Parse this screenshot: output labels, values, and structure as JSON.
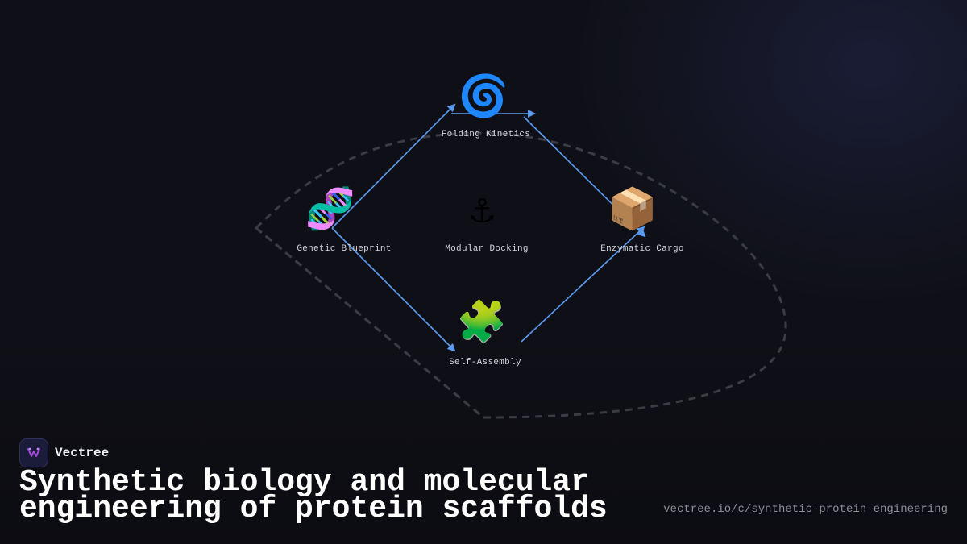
{
  "diagram": {
    "nodes": [
      {
        "id": "folding",
        "icon": "cyclone-icon",
        "glyph": "🌀",
        "label": "Folding Kinetics"
      },
      {
        "id": "genetic",
        "icon": "dna-icon",
        "glyph": "🧬",
        "label": "Genetic Blueprint"
      },
      {
        "id": "docking",
        "icon": "anchor-icon",
        "glyph": "⚓",
        "label": "Modular Docking"
      },
      {
        "id": "cargo",
        "icon": "package-icon",
        "glyph": "📦",
        "label": "Enzymatic Cargo"
      },
      {
        "id": "assembly",
        "icon": "puzzle-icon",
        "glyph": "🧩",
        "label": "Self-Assembly"
      }
    ],
    "edges": [
      {
        "from": "genetic",
        "to": "folding"
      },
      {
        "from": "folding",
        "to": "cargo"
      },
      {
        "from": "genetic",
        "to": "assembly"
      },
      {
        "from": "assembly",
        "to": "cargo"
      }
    ],
    "edge_color": "#5b9cf0",
    "outline_color": "#3a3b44"
  },
  "brand": {
    "name": "Vectree",
    "logo_color": "#a14ad8"
  },
  "headline": "Synthetic biology and molecular engineering of protein scaffolds",
  "url": "vectree.io/c/synthetic-protein-engineering"
}
